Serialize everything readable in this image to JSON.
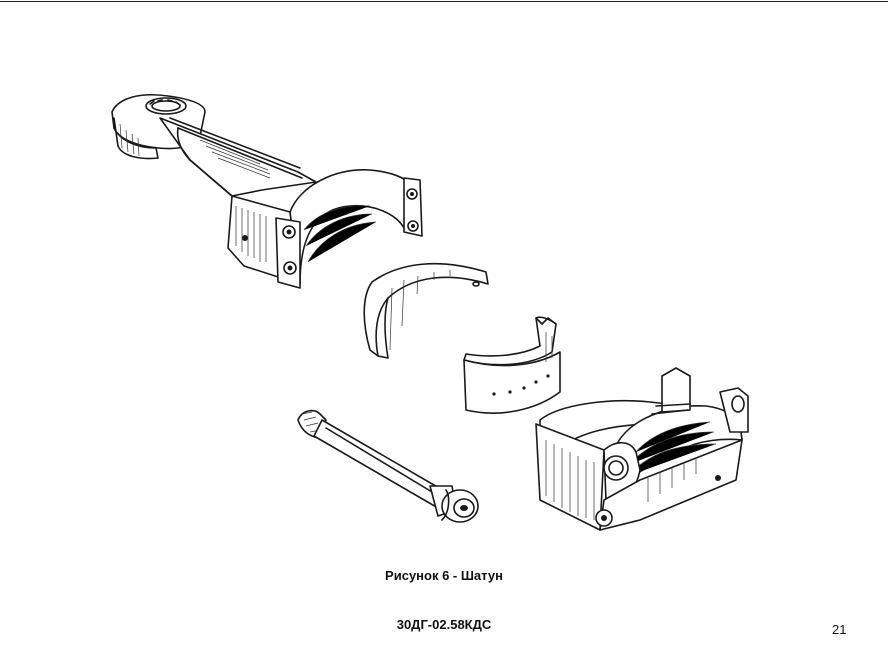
{
  "figure": {
    "caption": "Рисунок 6 - Шатун",
    "parts": [
      "connecting-rod",
      "bearing-shell-upper",
      "bearing-shell-lower",
      "rod-cap",
      "rod-bolt"
    ]
  },
  "footer": {
    "document_code": "30ДГ-02.58КДС",
    "page_number": "21"
  }
}
